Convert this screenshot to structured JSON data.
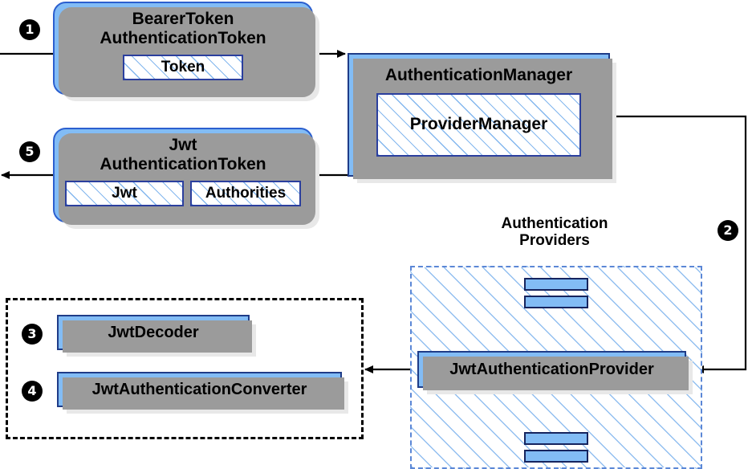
{
  "diagram": {
    "title": "Spring Security JWT Bearer Token Authentication Flow",
    "colors": {
      "node_fill": "#82BCF5",
      "node_border": "#1F3C88",
      "hatch_line": "#6EAAEB",
      "badge_fill": "#000000",
      "badge_text": "#FFFFFF",
      "dashed_black": "#000000",
      "dashed_blue": "#5B87D6",
      "shadow_dark": "#9B9B9B",
      "shadow_light": "#E8E8E8"
    }
  },
  "nodes": {
    "bearer_token": {
      "title": "BearerToken\nAuthenticationToken",
      "field": "Token"
    },
    "jwt_token": {
      "title": "Jwt\nAuthenticationToken",
      "field_left": "Jwt",
      "field_right": "Authorities"
    },
    "authentication_manager": {
      "title": "AuthenticationManager",
      "field": "ProviderManager"
    },
    "providers_group": {
      "caption": "Authentication\nProviders"
    },
    "jwt_authentication_provider": {
      "title": "JwtAuthenticationProvider"
    },
    "jwt_decoder": {
      "title": "JwtDecoder"
    },
    "jwt_authentication_converter": {
      "title": "JwtAuthenticationConverter"
    }
  },
  "badges": [
    {
      "id": "step-1",
      "label": "❶",
      "number": 1
    },
    {
      "id": "step-5",
      "label": "❺",
      "number": 5
    },
    {
      "id": "step-2",
      "label": "❷",
      "number": 2
    },
    {
      "id": "step-3",
      "label": "❸",
      "number": 3
    },
    {
      "id": "step-4",
      "label": "❹",
      "number": 4
    }
  ]
}
